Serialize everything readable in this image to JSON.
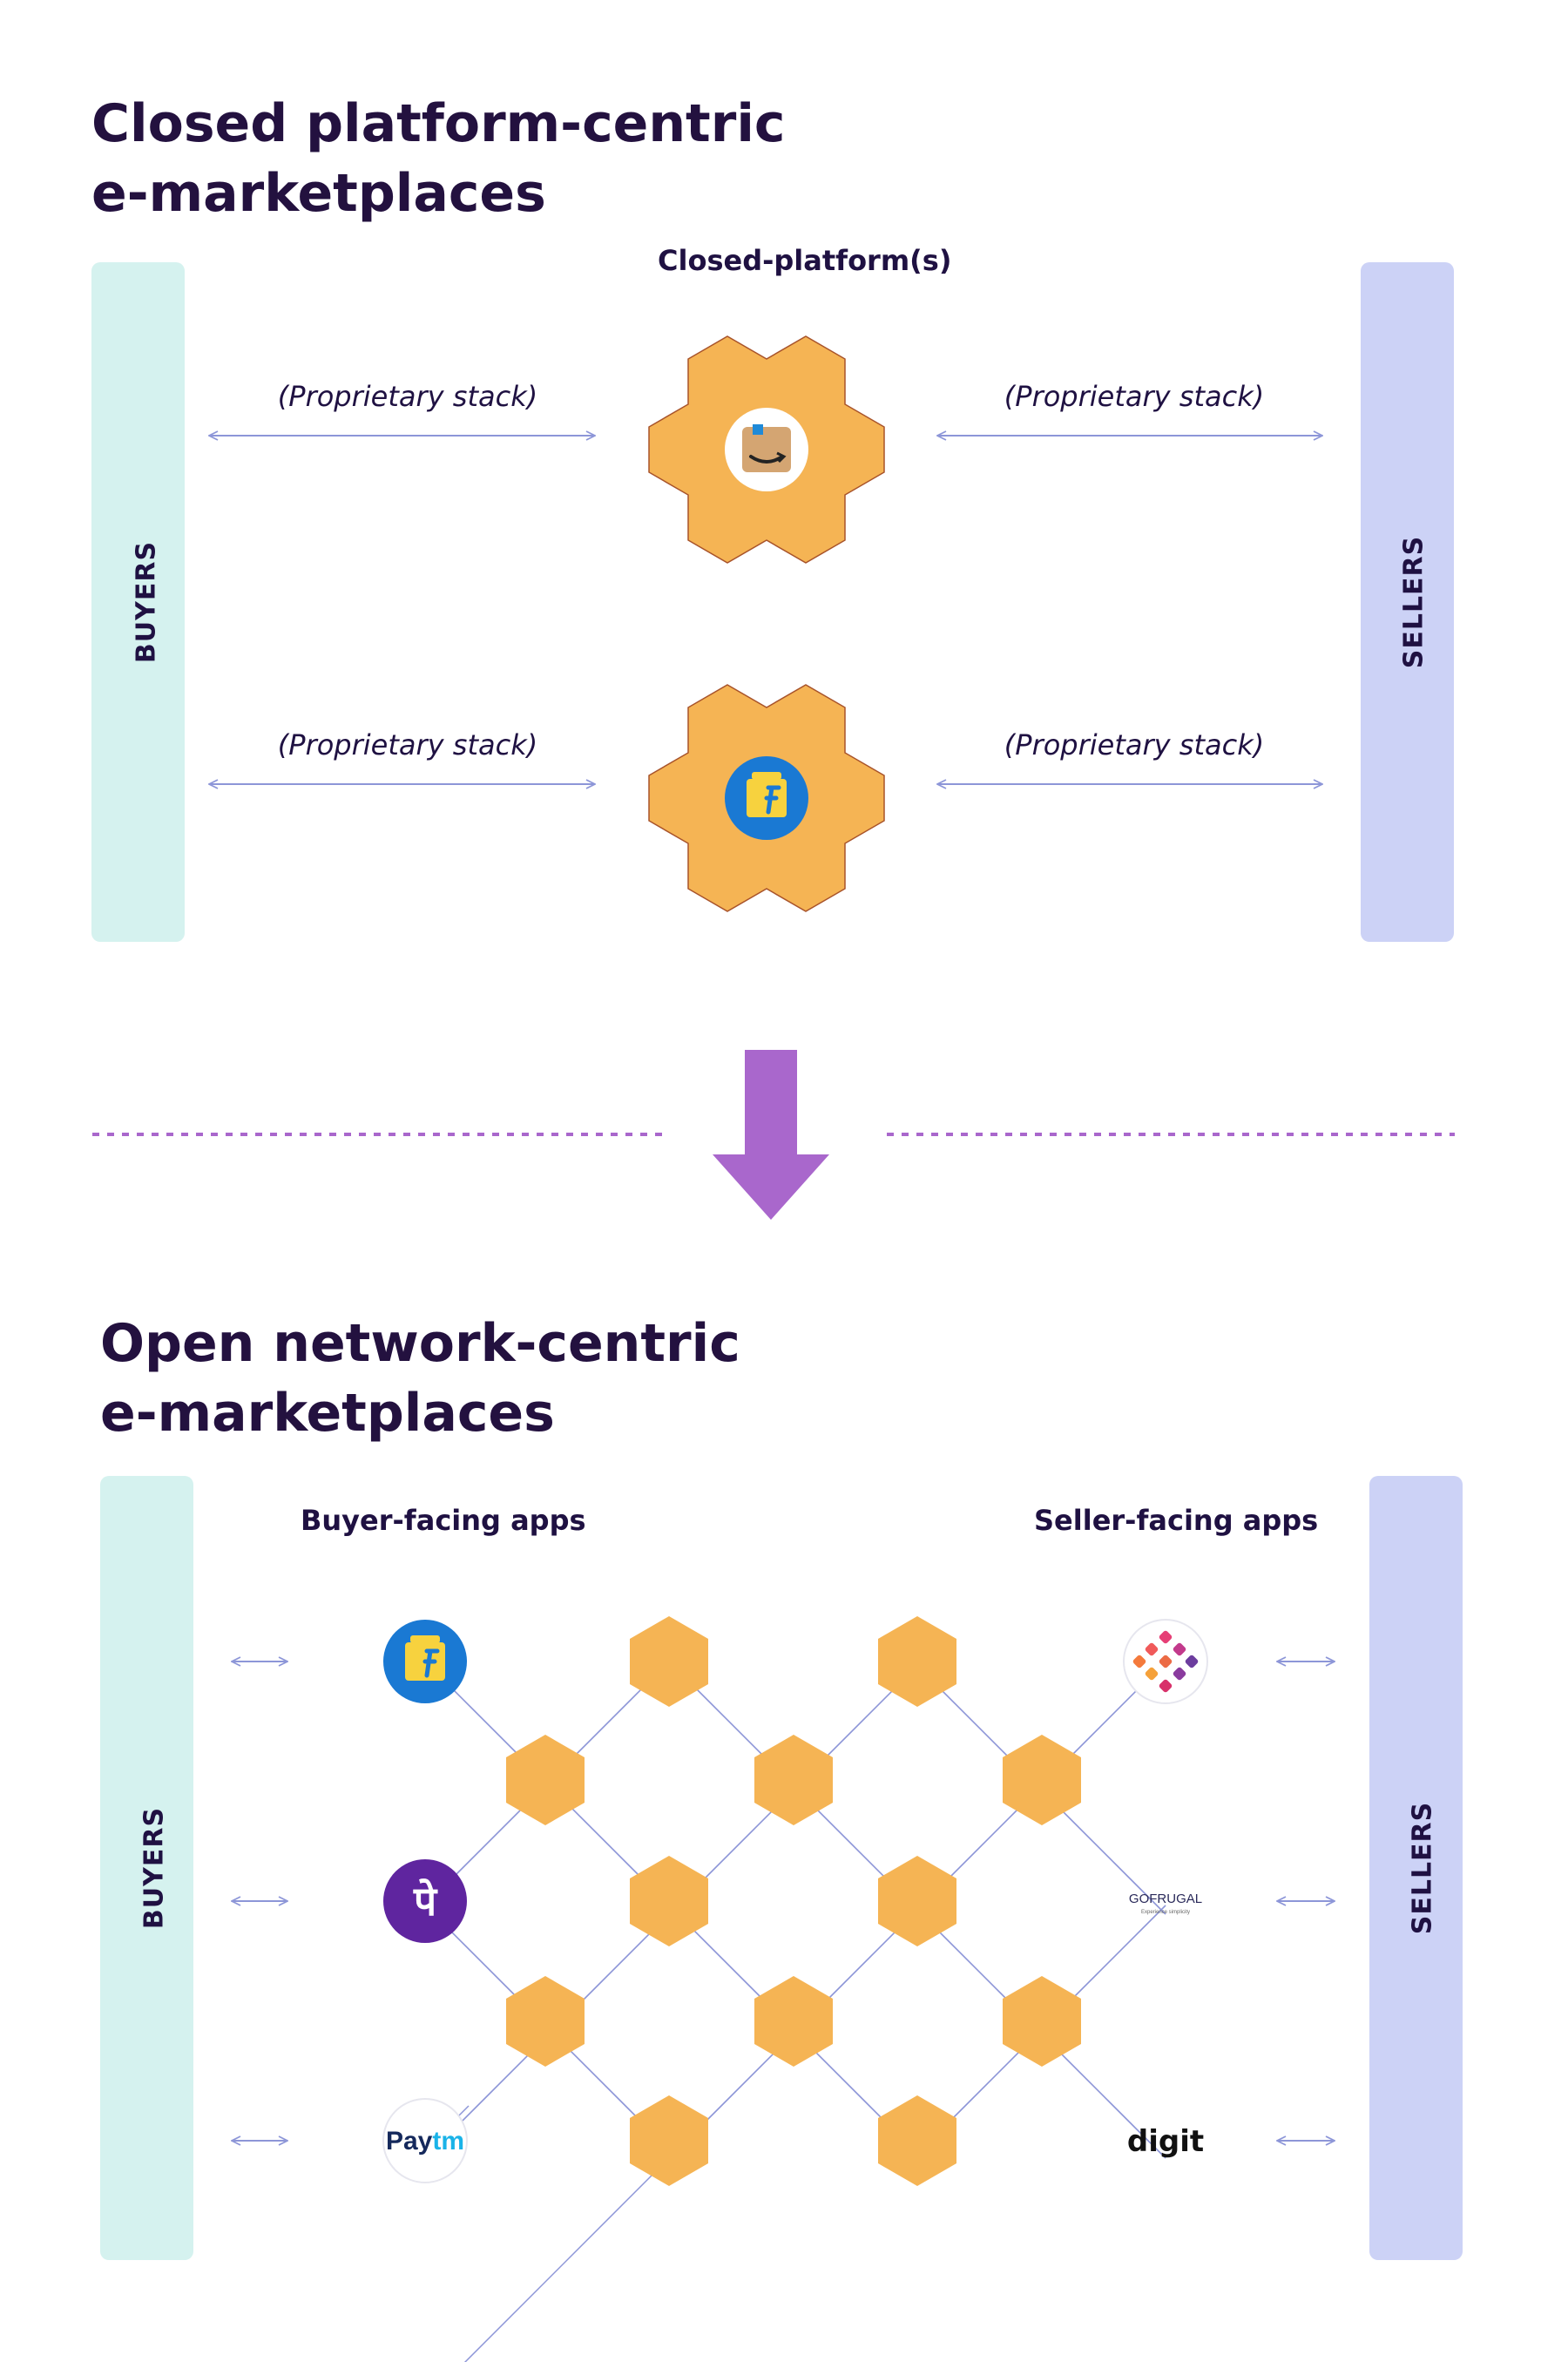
{
  "closed": {
    "title_line1": "Closed platform-centric",
    "title_line2": "e-marketplaces",
    "platform_label": "Closed-platform(s)",
    "buyers_label": "BUYERS",
    "sellers_label": "SELLERS",
    "stack_label": "(Proprietary stack)",
    "platforms": [
      {
        "name": "amazon-logo"
      },
      {
        "name": "flipkart-logo"
      }
    ]
  },
  "open": {
    "title_line1": "Open network-centric",
    "title_line2": "e-marketplaces",
    "buyer_apps_label": "Buyer-facing apps",
    "seller_apps_label": "Seller-facing apps",
    "buyers_label": "BUYERS",
    "sellers_label": "SELLERS",
    "buyer_apps": [
      {
        "name": "flipkart-logo"
      },
      {
        "name": "phonepe-logo",
        "text": "पे"
      },
      {
        "name": "paytm-logo",
        "text_dark": "Pay",
        "text_light": "tm"
      }
    ],
    "seller_apps": [
      {
        "name": "seller-app-logo"
      },
      {
        "name": "gofrugal-logo",
        "text": "GOFRUGAL",
        "tagline": "Experience simplicity"
      },
      {
        "name": "digit-logo",
        "text": "digit"
      }
    ]
  },
  "colors": {
    "hexagon": "#f5b454",
    "hexagon_stroke": "#a8532a",
    "buyers_bar": "#d5f2ef",
    "sellers_bar": "#ccd2f6",
    "arrow": "#a967cc",
    "connector": "#8d96d8"
  }
}
